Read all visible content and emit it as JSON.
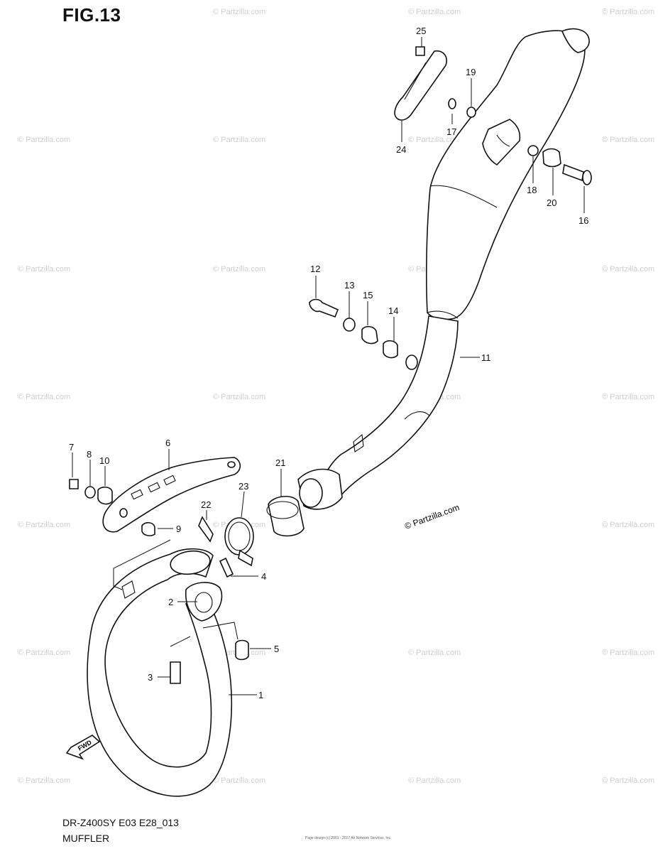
{
  "title": "FIG.13",
  "model_code": "DR-Z400SY  E03 E28_013",
  "section_name": "MUFFLER",
  "watermark_text": "© Partzilla.com",
  "center_watermark": "© Partzilla.com",
  "direction_arrow_label": "FWD",
  "credit_line": "Page design (c) 2001 - 2017 Ari Network Services, Inc.",
  "callouts": [
    "1",
    "2",
    "3",
    "4",
    "5",
    "6",
    "7",
    "8",
    "9",
    "10",
    "11",
    "12",
    "13",
    "14",
    "15",
    "16",
    "17",
    "18",
    "19",
    "20",
    "21",
    "22",
    "23",
    "24",
    "25"
  ],
  "colors": {
    "line": "#111111",
    "watermark": "#cfcfcf",
    "background": "#ffffff"
  }
}
